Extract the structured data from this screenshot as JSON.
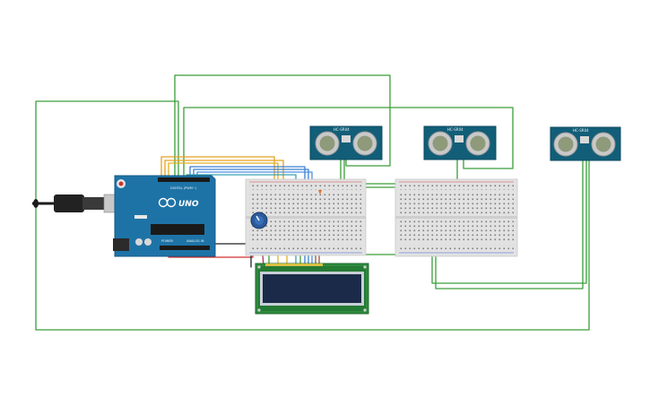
{
  "arduino": {
    "brand": "UNO",
    "header_label": "DIGITAL (PWM~)",
    "power_label": "POWER",
    "analog_label": "ANALOG IN"
  },
  "sensors": [
    {
      "name": "HC-SR04"
    },
    {
      "name": "HC-SR04"
    },
    {
      "name": "HC-SR04"
    }
  ],
  "colors": {
    "board_blue": "#1e73a6",
    "sensor_teal": "#125e78",
    "lcd_green": "#2e8b3e",
    "lcd_screen": "#1b2a48",
    "wire_green": "#3a9e3a",
    "wire_orange": "#e8a020",
    "wire_blue": "#3a7fd0",
    "wire_red": "#d03030",
    "wire_black": "#222222",
    "breadboard": "#e2e2e2"
  },
  "icons": {
    "usb": "usb-cable-icon",
    "potentiometer": "potentiometer-icon"
  }
}
